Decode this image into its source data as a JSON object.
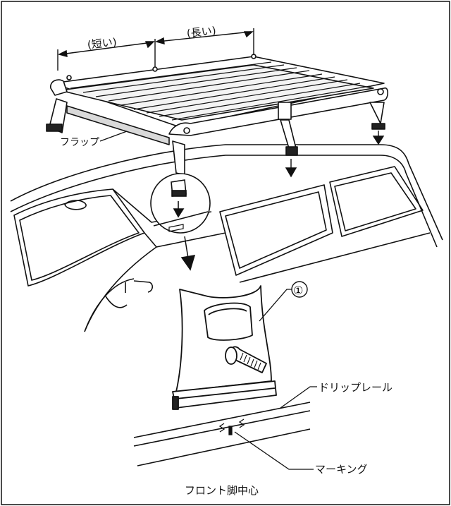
{
  "labels": {
    "short": "(短い)",
    "long": "(長い)",
    "flap": "フラップ",
    "callout_number": "①",
    "drip_rail": "ドリップレール",
    "marking": "マーキング",
    "front_leg_center": "フロント脚中心"
  },
  "colors": {
    "line": "#111111",
    "fill_light": "#ffffff",
    "fill_gray": "#d9d9d9",
    "fill_dark": "#222222"
  }
}
